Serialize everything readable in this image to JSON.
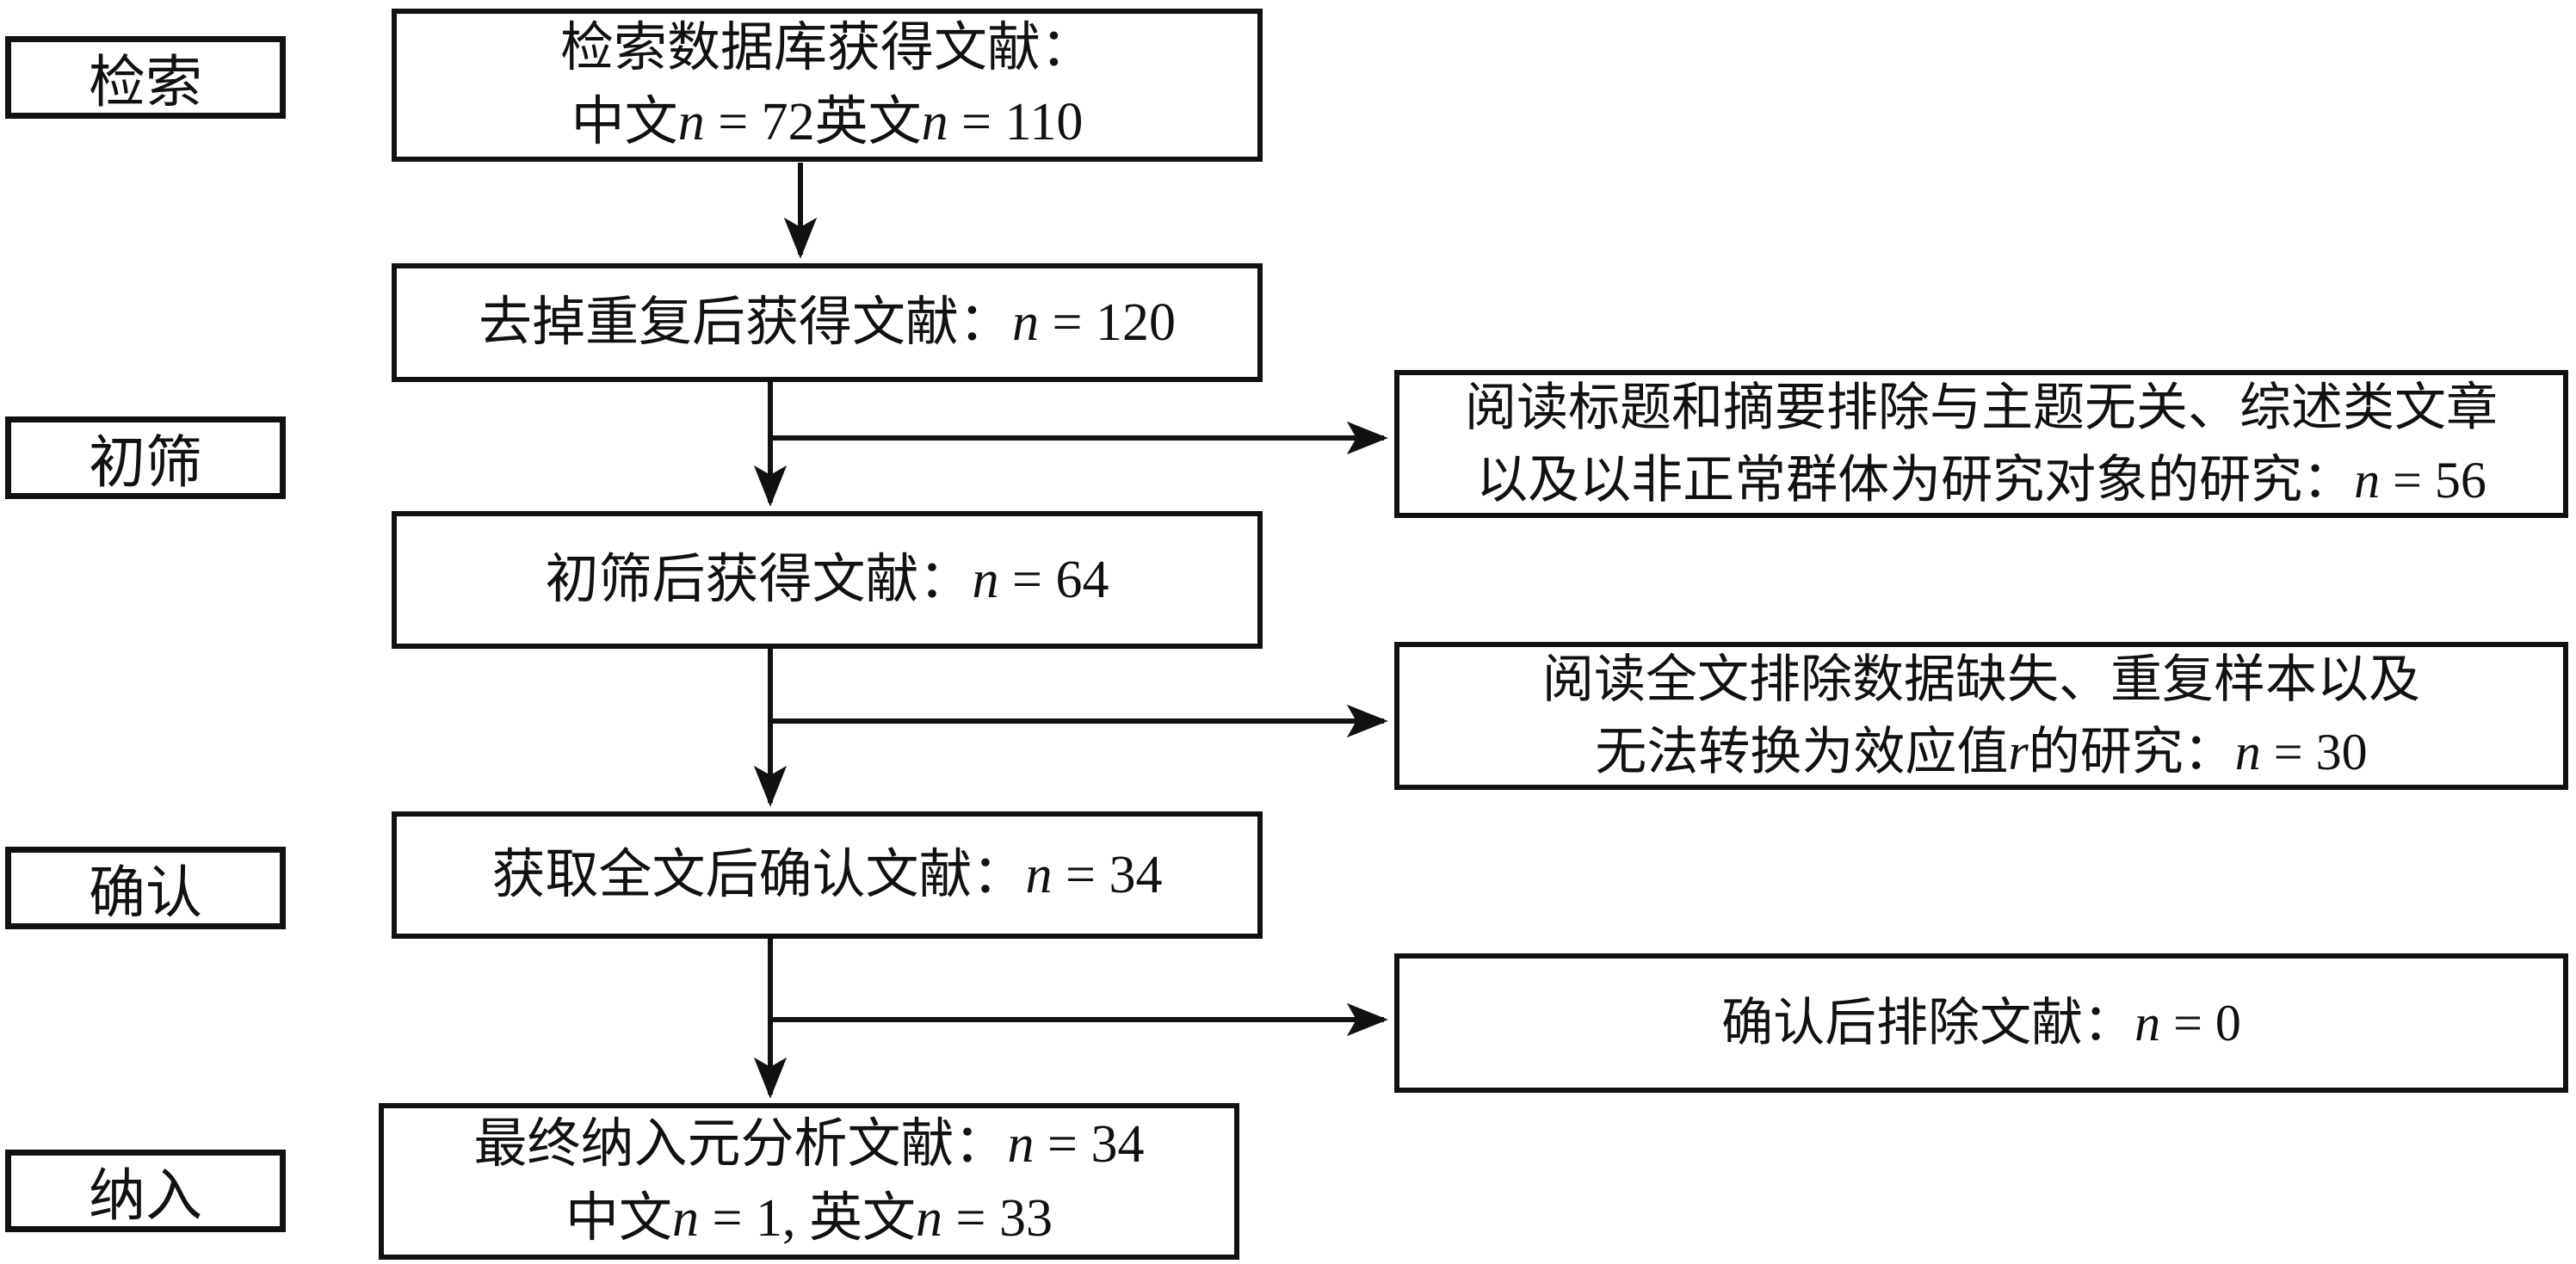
{
  "figure": {
    "kind": "literature-screening-flowchart",
    "background_color": "#ffffff",
    "stroke_color": "#111111",
    "text_color": "#111111"
  },
  "stages": [
    {
      "label": "检索"
    },
    {
      "label": "初筛"
    },
    {
      "label": "确认"
    },
    {
      "label": "纳入"
    }
  ],
  "main_boxes": {
    "db_search": {
      "lines": [
        [
          {
            "t": "检索数据库获得文献："
          }
        ],
        [
          {
            "t": "中文"
          },
          {
            "t": "n",
            "italic": true
          },
          {
            "t": " = 72英文"
          },
          {
            "t": "n",
            "italic": true
          },
          {
            "t": " = 110"
          }
        ]
      ]
    },
    "dedup": {
      "lines": [
        [
          {
            "t": "去掉重复后获得文献："
          },
          {
            "t": "n",
            "italic": true
          },
          {
            "t": " = 120"
          }
        ]
      ]
    },
    "screened": {
      "lines": [
        [
          {
            "t": "初筛后获得文献："
          },
          {
            "t": "n",
            "italic": true
          },
          {
            "t": " = 64"
          }
        ]
      ]
    },
    "confirmed": {
      "lines": [
        [
          {
            "t": "获取全文后确认文献："
          },
          {
            "t": "n",
            "italic": true
          },
          {
            "t": " = 34"
          }
        ]
      ]
    },
    "included": {
      "lines": [
        [
          {
            "t": "最终纳入元分析文献："
          },
          {
            "t": "n",
            "italic": true
          },
          {
            "t": " = 34"
          }
        ],
        [
          {
            "t": "中文"
          },
          {
            "t": "n",
            "italic": true
          },
          {
            "t": " = 1, 英文"
          },
          {
            "t": "n",
            "italic": true
          },
          {
            "t": " = 33"
          }
        ]
      ]
    }
  },
  "exclusion_boxes": {
    "title_abstract": {
      "lines": [
        [
          {
            "t": "阅读标题和摘要排除与主题无关、综述类文章"
          }
        ],
        [
          {
            "t": "以及以非正常群体为研究对象的研究："
          },
          {
            "t": "n",
            "italic": true
          },
          {
            "t": " = 56"
          }
        ]
      ]
    },
    "full_text": {
      "lines": [
        [
          {
            "t": "阅读全文排除数据缺失、重复样本以及"
          }
        ],
        [
          {
            "t": "无法转换为效应值"
          },
          {
            "t": "r",
            "italic": true
          },
          {
            "t": "的研究："
          },
          {
            "t": "n",
            "italic": true
          },
          {
            "t": " = 30"
          }
        ]
      ]
    },
    "after_confirm": {
      "lines": [
        [
          {
            "t": "确认后排除文献："
          },
          {
            "t": "n",
            "italic": true
          },
          {
            "t": " = 0"
          }
        ]
      ]
    }
  },
  "counts": {
    "searched_chinese": 72,
    "searched_english": 110,
    "after_deduplication": 120,
    "after_initial_screening": 64,
    "excluded_title_abstract": 56,
    "confirmed_full_text": 34,
    "excluded_full_text": 30,
    "excluded_after_confirmation": 0,
    "final_included": 34,
    "final_chinese": 1,
    "final_english": 33
  }
}
